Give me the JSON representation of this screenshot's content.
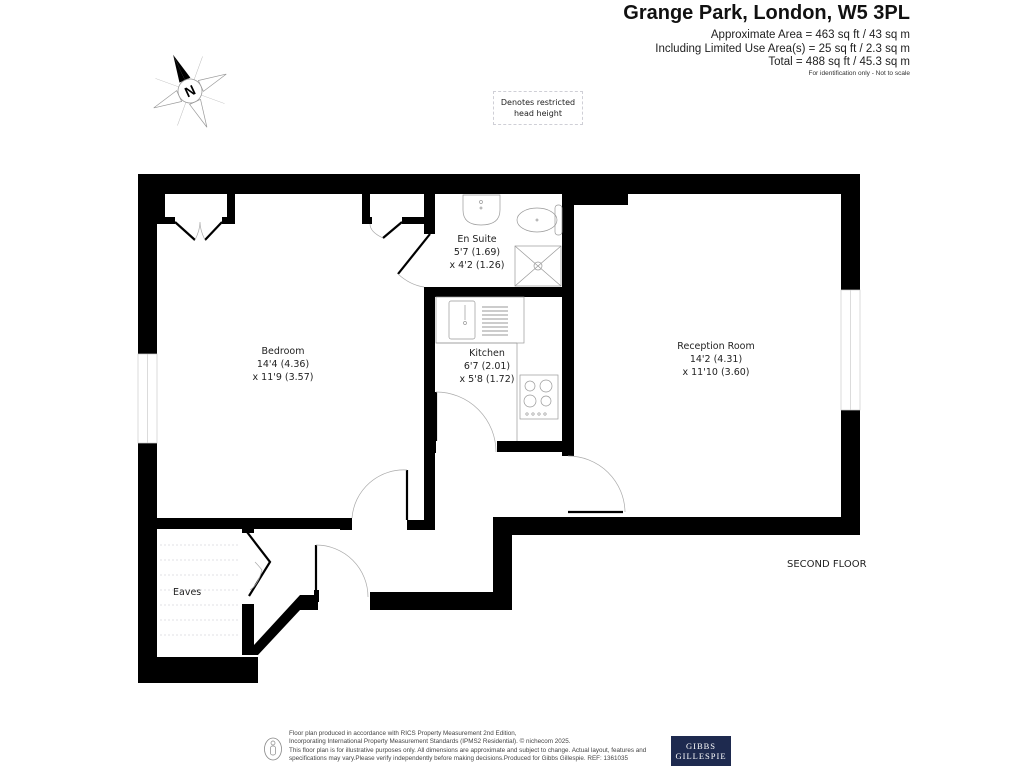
{
  "header": {
    "title": "Grange Park, London, W5 3PL",
    "approx_area": "Approximate Area = 463 sq ft / 43 sq m",
    "limited_use_area": "Including Limited Use Area(s) = 25 sq ft / 2.3 sq m",
    "total": "Total = 488 sq ft / 45.3 sq m",
    "note": "For identification only - Not to scale"
  },
  "compass": {
    "icon": "north-compass-icon",
    "label": "N"
  },
  "legend": {
    "line1": "Denotes restricted",
    "line2": "head height"
  },
  "rooms": {
    "bedroom": {
      "name": "Bedroom",
      "dim1": "14'4 (4.36)",
      "dim2": "x 11'9 (3.57)"
    },
    "en_suite": {
      "name": "En Suite",
      "dim1": "5'7 (1.69)",
      "dim2": "x 4'2 (1.26)"
    },
    "kitchen": {
      "name": "Kitchen",
      "dim1": "6'7 (2.01)",
      "dim2": "x 5'8 (1.72)"
    },
    "reception": {
      "name": "Reception Room",
      "dim1": "14'2 (4.31)",
      "dim2": "x 11'10 (3.60)"
    },
    "eaves": {
      "name": "Eaves"
    }
  },
  "floor": {
    "label": "SECOND FLOOR"
  },
  "footer": {
    "line1": "Floor plan produced in accordance with RICS Property Measurement 2nd Edition,",
    "line2": "Incorporating International Property Measurement Standards (IPMS2 Residential).   © nichecom 2025.",
    "line3": "This floor plan is for illustrative purposes only. All dimensions are approximate and subject to change. Actual layout, features and",
    "line4": "specifications may vary.Please verify independently before making decisions.Produced for Gibbs Gillespie.   REF: 1361035",
    "icon": "person-accessibility-icon"
  },
  "brand": {
    "line1": "GIBBS",
    "line2": "GILLESPIE",
    "color": "#1e2a4f"
  }
}
